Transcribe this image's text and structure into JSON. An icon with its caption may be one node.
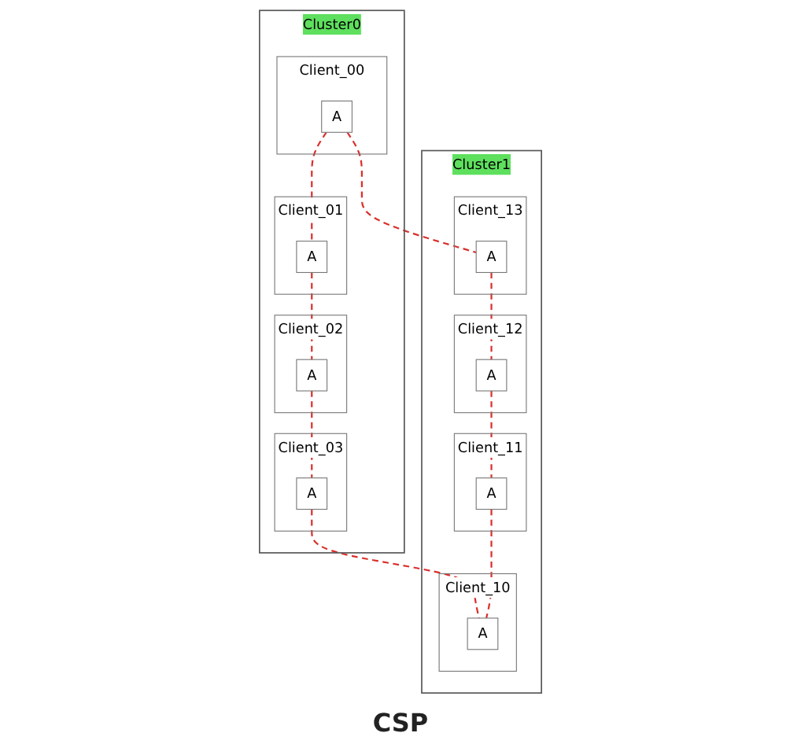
{
  "diagram": {
    "nodes": [
      {
        "text": [
          "Cluster0"
        ]
      },
      {
        "text": [
          "Client_00"
        ],
        "in": 0
      },
      {
        "text": [
          "A"
        ],
        "in": 1
      },
      {
        "text": [
          "Client_01"
        ],
        "in": 0
      },
      {
        "text": [
          "A"
        ],
        "in": 3
      },
      {
        "text": [
          "Client_02"
        ],
        "in": 0
      },
      {
        "text": [
          "A"
        ],
        "in": 5
      },
      {
        "text": [
          "Client_03"
        ],
        "in": 0
      },
      {
        "text": [
          "A"
        ],
        "in": 7
      },
      {
        "text": [
          "Cluster1"
        ]
      },
      {
        "text": [
          "Client_13"
        ],
        "in": 9
      },
      {
        "text": [
          "A"
        ],
        "in": 10
      },
      {
        "text": [
          "Client_12"
        ],
        "in": 9
      },
      {
        "text": [
          "A"
        ],
        "in": 12
      },
      {
        "text": [
          "Client_11"
        ],
        "in": 9
      },
      {
        "text": [
          "A"
        ],
        "in": 14
      },
      {
        "text": [
          "Client_10"
        ],
        "in": 9
      },
      {
        "text": [
          "A"
        ],
        "in": 16
      }
    ],
    "edges": [
      {
        "from": 2,
        "to": 4,
        "arrow": "none",
        "style": "dashed",
        "color": "#d9302c"
      },
      {
        "from": 4,
        "to": 6,
        "arrow": "none",
        "style": "dashed",
        "color": "#d9302c"
      },
      {
        "from": 6,
        "to": 8,
        "arrow": "none",
        "style": "dashed",
        "color": "#d9302c"
      },
      {
        "from": 8,
        "to": 17,
        "arrow": "none",
        "style": "dashed",
        "color": "#d9302c"
      },
      {
        "from": 15,
        "to": 17,
        "arrow": "none",
        "style": "dashed",
        "color": "#d9302c"
      },
      {
        "from": 13,
        "to": 15,
        "arrow": "none",
        "style": "dashed",
        "color": "#d9302c"
      },
      {
        "from": 11,
        "to": 13,
        "arrow": "none",
        "style": "dashed",
        "color": "#d9302c"
      },
      {
        "from": 2,
        "to": 11,
        "arrow": "none",
        "style": "dashed",
        "color": "#d9302c"
      }
    ],
    "labels": [
      "CSP"
    ]
  }
}
